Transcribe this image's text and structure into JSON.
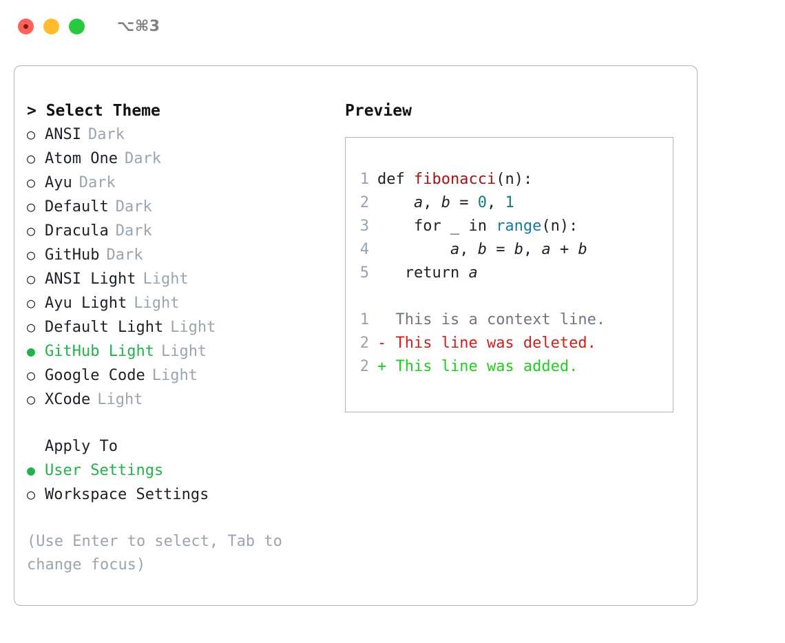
{
  "titlebar": {
    "shortcut": "⌥⌘3",
    "lights": [
      "close",
      "minimize",
      "maximize"
    ]
  },
  "theme_panel": {
    "header": "> Select Theme",
    "options": [
      {
        "marker": "○",
        "label": "ANSI",
        "tag": "Dark",
        "selected": false
      },
      {
        "marker": "○",
        "label": "Atom One",
        "tag": "Dark",
        "selected": false
      },
      {
        "marker": "○",
        "label": "Ayu",
        "tag": "Dark",
        "selected": false
      },
      {
        "marker": "○",
        "label": "Default",
        "tag": "Dark",
        "selected": false
      },
      {
        "marker": "○",
        "label": "Dracula",
        "tag": "Dark",
        "selected": false
      },
      {
        "marker": "○",
        "label": "GitHub",
        "tag": "Dark",
        "selected": false
      },
      {
        "marker": "○",
        "label": "ANSI Light",
        "tag": "Light",
        "selected": false
      },
      {
        "marker": "○",
        "label": "Ayu Light",
        "tag": "Light",
        "selected": false
      },
      {
        "marker": "○",
        "label": "Default Light",
        "tag": "Light",
        "selected": false
      },
      {
        "marker": "●",
        "label": "GitHub Light",
        "tag": "Light",
        "selected": true
      },
      {
        "marker": "○",
        "label": "Google Code",
        "tag": "Light",
        "selected": false
      },
      {
        "marker": "○",
        "label": "XCode",
        "tag": "Light",
        "selected": false
      }
    ]
  },
  "apply_to": {
    "header": "Apply To",
    "options": [
      {
        "marker": "●",
        "label": "User Settings",
        "selected": true
      },
      {
        "marker": "○",
        "label": "Workspace Settings",
        "selected": false
      }
    ]
  },
  "hint": "(Use Enter to select, Tab to change focus)",
  "preview": {
    "title": "Preview",
    "code_lines": [
      {
        "number": "1",
        "segments": [
          {
            "text": "def ",
            "style": "plain"
          },
          {
            "text": "fibonacci",
            "style": "fn"
          },
          {
            "text": "(n):",
            "style": "plain"
          }
        ]
      },
      {
        "number": "2",
        "segments": [
          {
            "text": "    ",
            "style": "plain"
          },
          {
            "text": "a",
            "style": "var"
          },
          {
            "text": ", ",
            "style": "plain"
          },
          {
            "text": "b",
            "style": "var"
          },
          {
            "text": " = ",
            "style": "plain"
          },
          {
            "text": "0",
            "style": "num"
          },
          {
            "text": ", ",
            "style": "plain"
          },
          {
            "text": "1",
            "style": "num"
          }
        ]
      },
      {
        "number": "3",
        "segments": [
          {
            "text": "    for _ in ",
            "style": "plain"
          },
          {
            "text": "range",
            "style": "call"
          },
          {
            "text": "(n):",
            "style": "plain"
          }
        ]
      },
      {
        "number": "4",
        "segments": [
          {
            "text": "        ",
            "style": "plain"
          },
          {
            "text": "a",
            "style": "var"
          },
          {
            "text": ", ",
            "style": "plain"
          },
          {
            "text": "b",
            "style": "var"
          },
          {
            "text": " = ",
            "style": "plain"
          },
          {
            "text": "b",
            "style": "var"
          },
          {
            "text": ", ",
            "style": "plain"
          },
          {
            "text": "a",
            "style": "var"
          },
          {
            "text": " + ",
            "style": "plain"
          },
          {
            "text": "b",
            "style": "var"
          }
        ]
      },
      {
        "number": "5",
        "segments": [
          {
            "text": "   return ",
            "style": "plain"
          },
          {
            "text": "a",
            "style": "var"
          }
        ]
      }
    ],
    "diff_lines": [
      {
        "number": "1",
        "marker": " ",
        "text": " This is a context line.",
        "kind": "context"
      },
      {
        "number": "2",
        "marker": "-",
        "text": " This line was deleted.",
        "kind": "deleted"
      },
      {
        "number": "2",
        "marker": "+",
        "text": " This line was added.",
        "kind": "added"
      }
    ]
  },
  "colors": {
    "accent_green": "#22b24c",
    "muted": "#9aa5b1",
    "border": "#a8b2c0",
    "fn_red": "#a31515",
    "num_teal": "#0e7c7b",
    "call_blue": "#1679a8",
    "diff_delete": "#cc2020",
    "diff_add": "#22cc22",
    "diff_context": "#6e7781"
  }
}
